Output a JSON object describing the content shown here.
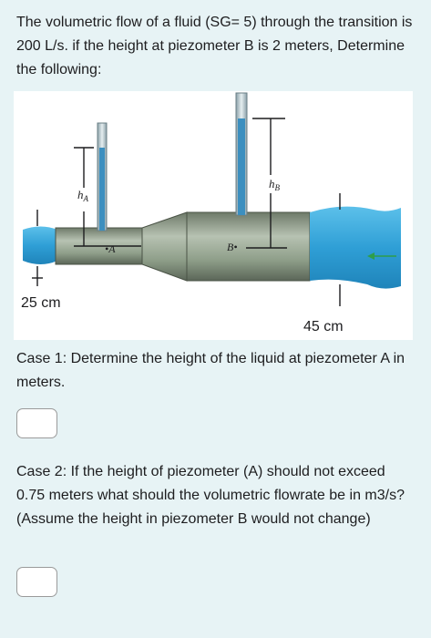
{
  "question": {
    "intro": "The volumetric flow of a fluid (SG= 5) through the transition is 200 L/s. if the height at piezometer B is 2 meters, Determine the following:"
  },
  "figure": {
    "labels": {
      "h_a": "h",
      "h_a_sub": "A",
      "h_b": "h",
      "h_b_sub": "B",
      "point_a": "•A",
      "point_b": "B•",
      "dim_left": "25 cm",
      "dim_right": "45 cm"
    },
    "colors": {
      "water": "#3fa9d8",
      "pipe": "#8e9e89",
      "tube": "#3c8fbf",
      "arrow": "#2e9e4a"
    }
  },
  "case1": {
    "text": "Case 1: Determine the height of the liquid at piezometer A in meters."
  },
  "case2": {
    "text": "Case 2: If the height of piezometer (A) should not exceed 0.75 meters what should the volumetric flowrate be in m3/s? (Assume the height in piezometer B would not change)"
  }
}
